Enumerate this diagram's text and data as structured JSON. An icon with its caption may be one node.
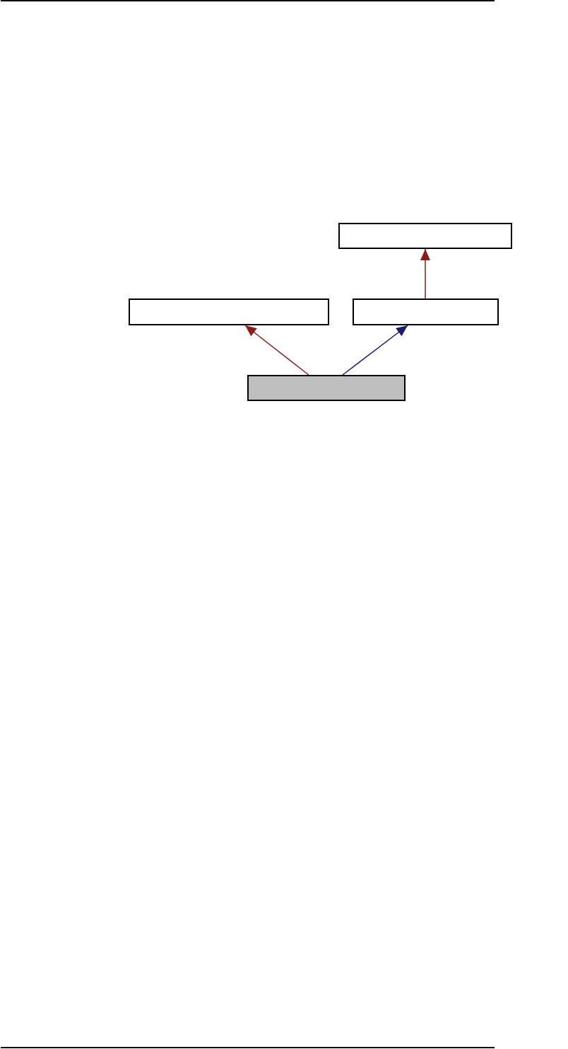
{
  "diagram": {
    "nodes": [
      {
        "text": [],
        "shape": "box"
      },
      {
        "text": [],
        "shape": "box"
      },
      {
        "text": [],
        "shape": "box"
      },
      {
        "text": [],
        "shape": "box"
      }
    ],
    "edges": [
      {
        "from": 3,
        "to": 1,
        "arrow": "to"
      },
      {
        "from": 3,
        "to": 2,
        "arrow": "to",
        "color": "#191970"
      },
      {
        "from": 2,
        "to": 0,
        "arrow": "to"
      }
    ]
  }
}
